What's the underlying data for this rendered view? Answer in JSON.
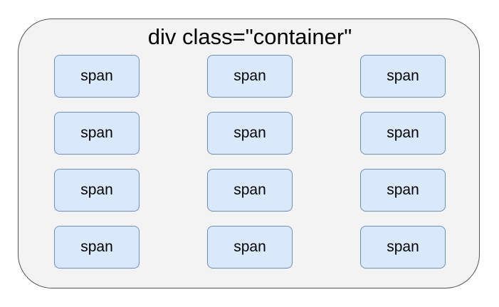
{
  "container": {
    "label": "div class=\"container\"",
    "fill_color": "#f3f3f3",
    "border_color": "#555555"
  },
  "cells": {
    "fill_color": "#dae8fc",
    "border_color": "#6c8ebf",
    "items": [
      {
        "label": "span"
      },
      {
        "label": "span"
      },
      {
        "label": "span"
      },
      {
        "label": "span"
      },
      {
        "label": "span"
      },
      {
        "label": "span"
      },
      {
        "label": "span"
      },
      {
        "label": "span"
      },
      {
        "label": "span"
      },
      {
        "label": "span"
      },
      {
        "label": "span"
      },
      {
        "label": "span"
      }
    ]
  }
}
